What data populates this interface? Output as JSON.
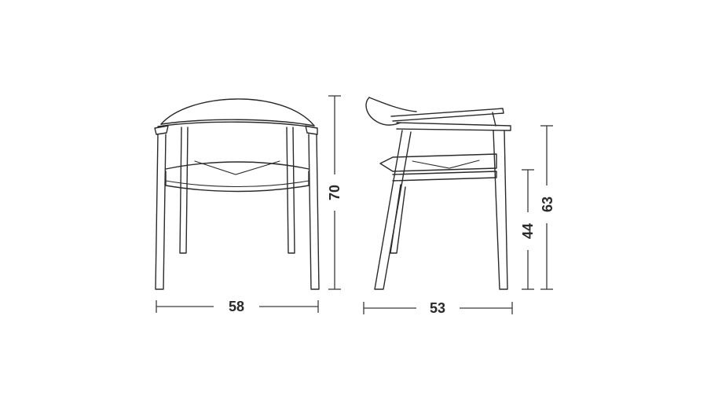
{
  "dimensions": {
    "front_width": "58",
    "front_height": "70",
    "side_depth": "53",
    "side_seat_height": "44",
    "side_arm_height": "63"
  },
  "colors": {
    "line": "#2a2a2a",
    "background": "#ffffff"
  }
}
